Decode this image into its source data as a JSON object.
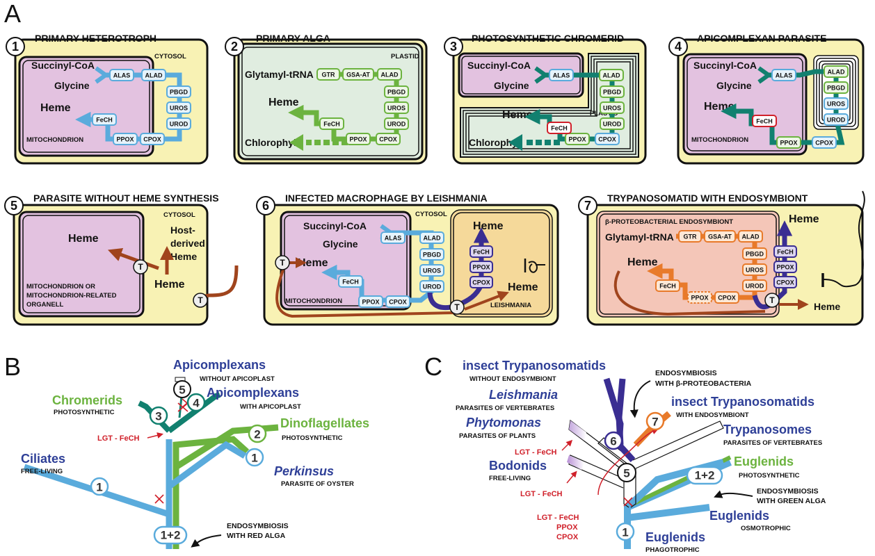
{
  "panel_labels": {
    "a": "A",
    "b": "B",
    "c": "C"
  },
  "colors": {
    "blue": "#5aabdc",
    "green": "#6cb33f",
    "teal": "#11806f",
    "indigo": "#3a2e92",
    "orange": "#e87a2a",
    "brown": "#a0441d",
    "cytosol": "#f8f2b4",
    "mito": "#e3c2e0",
    "plastid": "#e0ede0",
    "leish": "#f5d99a",
    "endo": "#f4c6b8",
    "lgt": "#d0202a"
  },
  "panels": {
    "p1": {
      "num": "1",
      "title": "PRIMARY HETEROTROPH",
      "cytosol": "CYTOSOL",
      "organelle": "MITOCHONDRION",
      "succinyl": "Succinyl-CoA",
      "glycine": "Glycine",
      "heme": "Heme"
    },
    "p2": {
      "num": "2",
      "title": "PRIMARY ALGA",
      "plastid": "PLASTID",
      "tRNA": "Glytamyl-tRNA",
      "heme": "Heme",
      "chlorophyl": "Chlorophyl"
    },
    "p3": {
      "num": "3",
      "title": "PHOTOSYNTHETIC CHROMERID",
      "succinyl": "Succinyl-CoA",
      "glycine": "Glycine",
      "heme": "Heme",
      "plastid": "PLASTID",
      "chlorophyl": "Chlorophyl"
    },
    "p4": {
      "num": "4",
      "title": "APICOMPLEXAN PARASITE",
      "succinyl": "Succinyl-CoA",
      "glycine": "Glycine",
      "heme": "Heme",
      "organelle": "MITOCHONDRION"
    },
    "p5": {
      "num": "5",
      "title": "PARASITE WITHOUT HEME SYNTHESIS",
      "cytosol": "CYTOSOL",
      "heme_in": "Heme",
      "heme_cyt": "Heme",
      "host1": "Host-",
      "host2": "derived",
      "host3": "Heme",
      "org1": "MITOCHONDRION OR",
      "org2": "MITOCHONDRION-RELATED",
      "org3": "ORGANELL",
      "t": "T"
    },
    "p6": {
      "num": "6",
      "title": "INFECTED MACROPHAGE BY LEISHMANIA",
      "cytosol": "CYTOSOL",
      "succinyl": "Succinyl-CoA",
      "glycine": "Glycine",
      "heme": "Heme",
      "organelle": "MITOCHONDRION",
      "leish": "LEISHMANIA",
      "heme_top": "Heme",
      "heme_right": "Heme",
      "t": "T"
    },
    "p7": {
      "num": "7",
      "title": "TRYPANOSOMATID WITH ENDOSYMBIONT",
      "endo": "β-PROTEOBACTERIAL ENDOSYMBIONT",
      "tRNA": "Glytamyl-tRNA",
      "heme_left": "Heme",
      "heme_top": "Heme",
      "heme_right": "Heme",
      "t": "T"
    }
  },
  "enzymes": {
    "alas": "ALAS",
    "alad": "ALAD",
    "pbgd": "PBGD",
    "uros": "UROS",
    "urod": "UROD",
    "cpox": "CPOX",
    "ppox": "PPOX",
    "fech": "FeCH",
    "gtr": "GTR",
    "gsaat": "GSA-AT"
  },
  "treeB": {
    "apico_top": "Apicomplexans",
    "apico_top_sub": "WITHOUT APICOPLAST",
    "apico": "Apicomplexans",
    "apico_sub": "WITH APICOPLAST",
    "chromerids": "Chromerids",
    "chromerids_sub": "PHOTOSYNTHETIC",
    "dino": "Dinoflagellates",
    "dino_sub": "PHOTOSYNTHETIC",
    "ciliates": "Ciliates",
    "ciliates_sub": "FREE-LIVING",
    "perkinsus": "Perkinsus",
    "perkinsus_sub": "PARASITE OF OYSTER",
    "lgt": "LGT - FeCH",
    "endo1": "ENDOSYMBIOSIS",
    "endo2": "WITH RED ALGA",
    "n1": "1",
    "n2": "2",
    "n3": "3",
    "n4": "4",
    "n5": "5",
    "n12": "1+2"
  },
  "treeC": {
    "insect": "insect Trypanosomatids",
    "insect_sub": "WITHOUT ENDOSYMBIONT",
    "leish": "Leishmania",
    "leish_sub": "PARASITES OF VERTEBRATES",
    "phyto": "Phytomonas",
    "phyto_sub": "PARASITES OF PLANTS",
    "bodo": "Bodonids",
    "bodo_sub": "FREE-LIVING",
    "endo1": "ENDOSYMBIOSIS",
    "endo2": "WITH β-PROTEOBACTERIA",
    "insect2": "insect Trypanosomatids",
    "insect2_sub": "WITH ENDOSYMBIONT",
    "tryp": "Trypanosomes",
    "tryp_sub": "PARASITES OF VERTEBRATES",
    "eug1": "Euglenids",
    "eug1_sub": "PHOTOSYNTHETIC",
    "green1": "ENDOSYMBIOSIS",
    "green2": "WITH GREEN ALGA",
    "eug2": "Euglenids",
    "eug2_sub": "OSMOTROPHIC",
    "eug3": "Euglenids",
    "eug3_sub": "PHAGOTROPHIC",
    "lgt1": "LGT - FeCH",
    "lgt2": "LGT - FeCH",
    "lgt3a": "LGT - FeCH",
    "lgt3b": "PPOX",
    "lgt3c": "CPOX",
    "n1": "1",
    "n5": "5",
    "n6": "6",
    "n7": "7",
    "n12": "1+2"
  }
}
